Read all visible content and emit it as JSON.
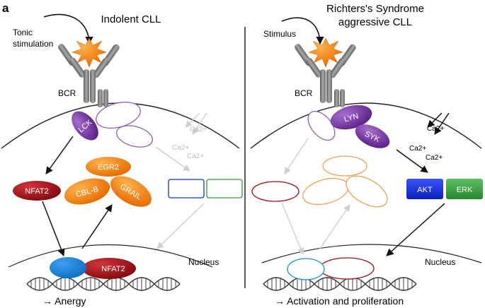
{
  "panel_letter": "a",
  "left": {
    "title": "Indolent CLL",
    "stimulus": [
      "Tonic",
      "stimulation"
    ],
    "bcr": "BCR",
    "proteins": {
      "lck": "LCK",
      "egr2": "EGR2",
      "cblb": "CBL-B",
      "grail": "GRAIL",
      "nfat2": "NFAT2",
      "nfat2_dna": "NFAT2"
    },
    "calcium": [
      "Ca2+",
      "Ca2+",
      "Ca2+"
    ],
    "nucleus": "Nucleus",
    "outcome": "→ Anergy"
  },
  "right": {
    "title_lines": [
      "Richters's Syndrome",
      "aggressive CLL"
    ],
    "stimulus": "Stimulus",
    "bcr": "BCR",
    "proteins": {
      "lyn": "LYN",
      "syk": "SYK",
      "akt": "AKT",
      "erk": "ERK"
    },
    "calcium": [
      "Ca2+",
      "Ca2+",
      "Ca2+"
    ],
    "nucleus": "Nucleus",
    "outcome": "→ Activation and proliferation"
  },
  "colors": {
    "purple": "#6a2d96",
    "orange": "#f07f12",
    "red": "#9b1014",
    "blue": "#1530d8",
    "green": "#2e9a3a",
    "light_blue": "#1f8fd8",
    "star": "#ff8a00",
    "receptor": "#7a7a7a"
  }
}
